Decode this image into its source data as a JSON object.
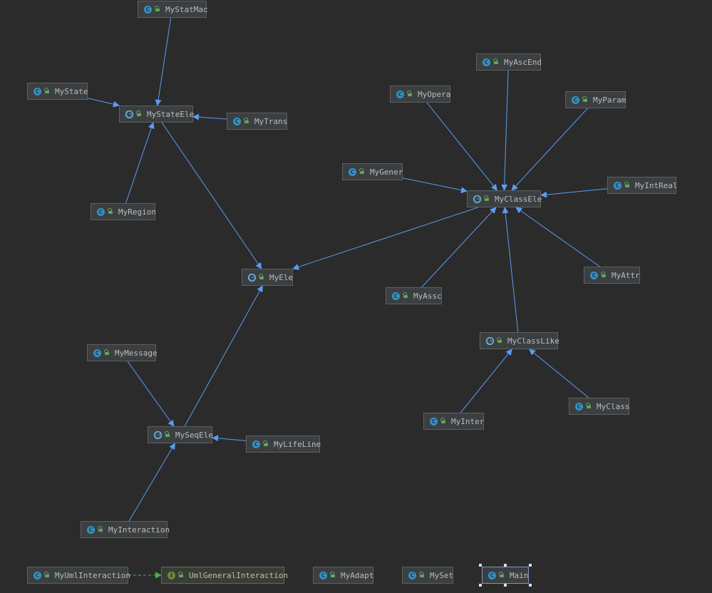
{
  "diagram": {
    "colors": {
      "background": "#2b2b2b",
      "edge_extends": "#589df6",
      "edge_implements": "#4caf50",
      "class_icon": "#3592c4",
      "interface_icon": "#6a8a3a"
    },
    "nodes": [
      {
        "id": "statmac",
        "label": "MyStatMac",
        "kind": "class",
        "icon_letter": "C"
      },
      {
        "id": "state",
        "label": "MyState",
        "kind": "class",
        "icon_letter": "C"
      },
      {
        "id": "stateele",
        "label": "MyStateEle",
        "kind": "abstract",
        "icon_letter": "C"
      },
      {
        "id": "trans",
        "label": "MyTrans",
        "kind": "class",
        "icon_letter": "C"
      },
      {
        "id": "region",
        "label": "MyRegion",
        "kind": "class",
        "icon_letter": "C"
      },
      {
        "id": "ele",
        "label": "MyEle",
        "kind": "abstract",
        "icon_letter": "C"
      },
      {
        "id": "message",
        "label": "MyMessage",
        "kind": "class",
        "icon_letter": "C"
      },
      {
        "id": "seqele",
        "label": "MySeqEle",
        "kind": "abstract",
        "icon_letter": "C"
      },
      {
        "id": "lifeline",
        "label": "MyLifeLine",
        "kind": "class",
        "icon_letter": "C"
      },
      {
        "id": "interaction",
        "label": "MyInteraction",
        "kind": "class",
        "icon_letter": "C"
      },
      {
        "id": "ascend",
        "label": "MyAscEnd",
        "kind": "class",
        "icon_letter": "C"
      },
      {
        "id": "opera",
        "label": "MyOpera",
        "kind": "class",
        "icon_letter": "C"
      },
      {
        "id": "param",
        "label": "MyParam",
        "kind": "class",
        "icon_letter": "C"
      },
      {
        "id": "gener",
        "label": "MyGener",
        "kind": "class",
        "icon_letter": "C"
      },
      {
        "id": "classele",
        "label": "MyClassEle",
        "kind": "abstract",
        "icon_letter": "C"
      },
      {
        "id": "intreal",
        "label": "MyIntReal",
        "kind": "class",
        "icon_letter": "C"
      },
      {
        "id": "attr",
        "label": "MyAttr",
        "kind": "class",
        "icon_letter": "C"
      },
      {
        "id": "assc",
        "label": "MyAssc",
        "kind": "class",
        "icon_letter": "C"
      },
      {
        "id": "classlike",
        "label": "MyClassLike",
        "kind": "abstract",
        "icon_letter": "C"
      },
      {
        "id": "inter",
        "label": "MyInter",
        "kind": "class",
        "icon_letter": "C"
      },
      {
        "id": "class",
        "label": "MyClass",
        "kind": "class",
        "icon_letter": "C"
      },
      {
        "id": "umlinteraction",
        "label": "MyUmlInteraction",
        "kind": "class",
        "icon_letter": "C"
      },
      {
        "id": "umlgeneral",
        "label": "UmlGeneralInteraction",
        "kind": "interface",
        "icon_letter": "I"
      },
      {
        "id": "adapt",
        "label": "MyAdapt",
        "kind": "class",
        "icon_letter": "C"
      },
      {
        "id": "set",
        "label": "MySet",
        "kind": "class",
        "icon_letter": "C"
      },
      {
        "id": "main",
        "label": "Main",
        "kind": "class",
        "icon_letter": "C",
        "selected": true
      }
    ],
    "edges": [
      {
        "from": "statmac",
        "to": "stateele",
        "type": "extends"
      },
      {
        "from": "state",
        "to": "stateele",
        "type": "extends"
      },
      {
        "from": "trans",
        "to": "stateele",
        "type": "extends"
      },
      {
        "from": "region",
        "to": "stateele",
        "type": "extends"
      },
      {
        "from": "stateele",
        "to": "ele",
        "type": "extends"
      },
      {
        "from": "classele",
        "to": "ele",
        "type": "extends"
      },
      {
        "from": "seqele",
        "to": "ele",
        "type": "extends"
      },
      {
        "from": "message",
        "to": "seqele",
        "type": "extends"
      },
      {
        "from": "lifeline",
        "to": "seqele",
        "type": "extends"
      },
      {
        "from": "interaction",
        "to": "seqele",
        "type": "extends"
      },
      {
        "from": "ascend",
        "to": "classele",
        "type": "extends"
      },
      {
        "from": "opera",
        "to": "classele",
        "type": "extends"
      },
      {
        "from": "param",
        "to": "classele",
        "type": "extends"
      },
      {
        "from": "gener",
        "to": "classele",
        "type": "extends"
      },
      {
        "from": "intreal",
        "to": "classele",
        "type": "extends"
      },
      {
        "from": "attr",
        "to": "classele",
        "type": "extends"
      },
      {
        "from": "assc",
        "to": "classele",
        "type": "extends"
      },
      {
        "from": "classlike",
        "to": "classele",
        "type": "extends"
      },
      {
        "from": "inter",
        "to": "classlike",
        "type": "extends"
      },
      {
        "from": "class",
        "to": "classlike",
        "type": "extends"
      },
      {
        "from": "umlinteraction",
        "to": "umlgeneral",
        "type": "implements"
      }
    ]
  }
}
